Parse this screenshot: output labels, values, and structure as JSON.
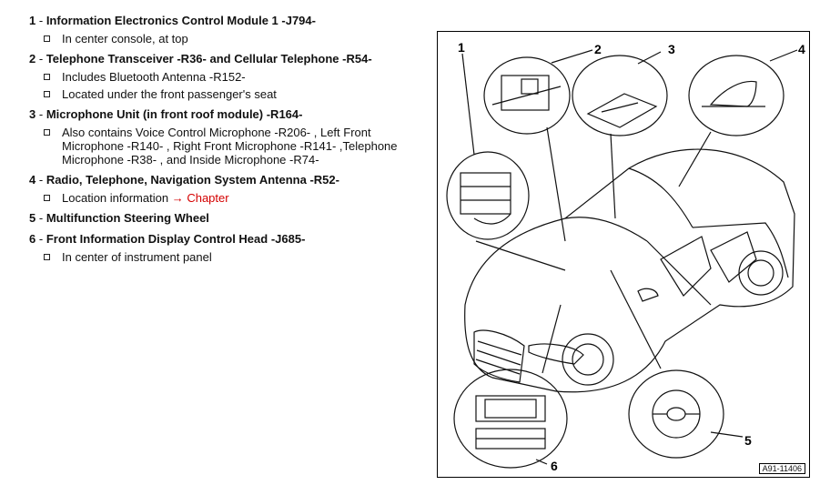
{
  "items": [
    {
      "num": "1",
      "label": "Information Electronics Control Module 1 -J794-",
      "subs": [
        "In center console, at top"
      ]
    },
    {
      "num": "2",
      "label": "Telephone Transceiver -R36- and Cellular Telephone -R54-",
      "subs": [
        "Includes Bluetooth Antenna -R152-",
        "Located under the front passenger's seat"
      ]
    },
    {
      "num": "3",
      "label": "Microphone Unit (in front roof module) -R164-",
      "subs": [
        "Also contains Voice Control Microphone -R206- , Left Front Microphone -R140- , Right Front Microphone -R141- ,Telephone Microphone -R38- , and Inside Microphone -R74-"
      ]
    },
    {
      "num": "4",
      "label": "Radio, Telephone, Navigation System Antenna -R52-",
      "subs": [
        "Location information"
      ],
      "link_arrow": "→",
      "link_text": "Chapter"
    },
    {
      "num": "5",
      "label": "Multifunction Steering Wheel",
      "subs": []
    },
    {
      "num": "6",
      "label": "Front Information Display Control Head -J685-",
      "subs": [
        "In center of instrument panel"
      ]
    }
  ],
  "figure": {
    "callouts": [
      "1",
      "2",
      "3",
      "4",
      "5",
      "6"
    ],
    "figure_id": "A91-11406"
  }
}
